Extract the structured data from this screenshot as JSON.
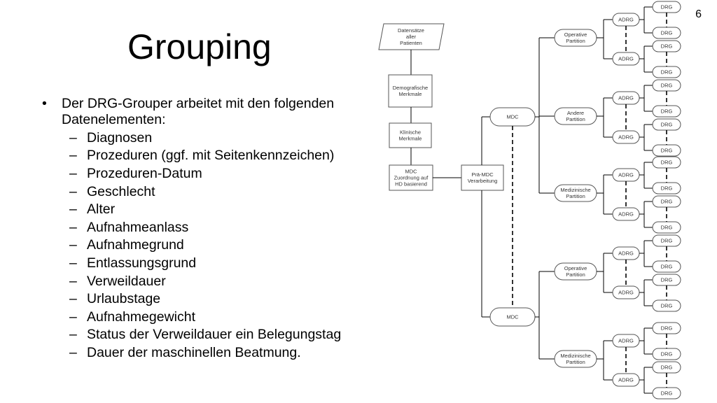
{
  "slide": {
    "title": "Grouping",
    "number": "6"
  },
  "bullets": {
    "main": "Der DRG-Grouper arbeitet mit den folgenden Datenelementen:",
    "items": [
      "Diagnosen",
      "Prozeduren (ggf. mit Seitenkennzeichen)",
      "Prozeduren-Datum",
      "Geschlecht",
      "Alter",
      "Aufnahmeanlass",
      "Aufnahmegrund",
      "Entlassungsgrund",
      "Verweildauer",
      "Urlaubstage",
      "Aufnahmegewicht",
      "Status der Verweildauer ein Belegungstag",
      "Dauer der maschinellen Beatmung."
    ]
  },
  "diagram": {
    "datensaetze": [
      "Datensätze",
      "aller",
      "Patienten"
    ],
    "demografisch": [
      "Demografische",
      "Merkmale"
    ],
    "klinisch": [
      "Klinische",
      "Merkmale"
    ],
    "mdc_zuordnung": [
      "MDC",
      "Zuordnung auf",
      "HD basierend"
    ],
    "prae_mdc": [
      "Prä-MDC",
      "Verarbeitung"
    ],
    "mdc": "MDC",
    "adrg": "ADRG",
    "drg": "DRG",
    "partitions_top": [
      [
        "Operative",
        "Partition"
      ],
      [
        "Andere",
        "Partition"
      ],
      [
        "Medizinische",
        "Partition"
      ]
    ],
    "partitions_bottom": [
      [
        "Operative",
        "Partition"
      ],
      [
        "Medizinische",
        "Partition"
      ]
    ]
  }
}
